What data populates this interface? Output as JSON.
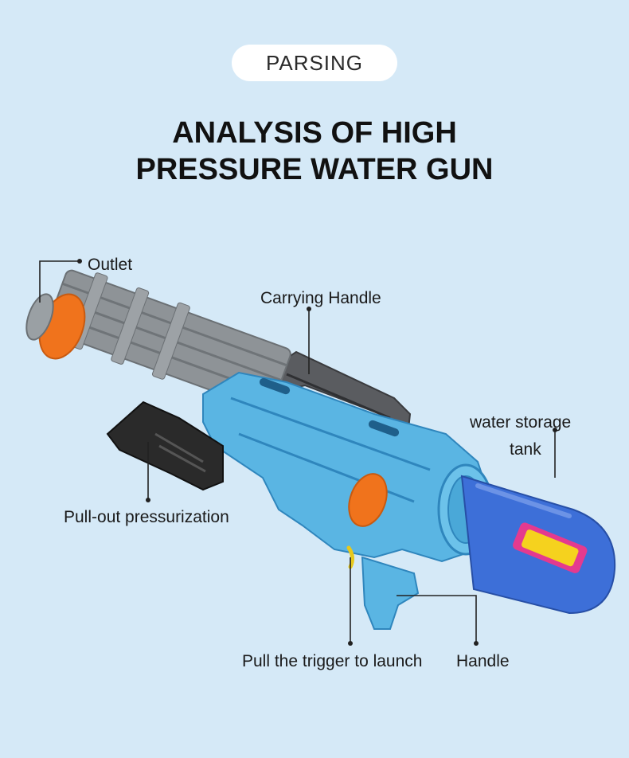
{
  "badge": "PARSING",
  "title": {
    "line1": "ANALYSIS OF HIGH",
    "line2": "PRESSURE WATER GUN"
  },
  "callouts": {
    "outlet": "Outlet",
    "carrying_handle": "Carrying Handle",
    "water_tank_line1": "water storage",
    "water_tank_line2": "tank",
    "pressurization": "Pull-out pressurization",
    "trigger": "Pull the trigger to launch",
    "handle": "Handle"
  },
  "colors": {
    "background": "#d5e9f7",
    "body_blue": "#5ab5e3",
    "tank_blue": "#3d6fd8",
    "barrel_gray": "#8e9397",
    "accent_orange": "#f0731c",
    "pump_black": "#2a2a2a"
  }
}
